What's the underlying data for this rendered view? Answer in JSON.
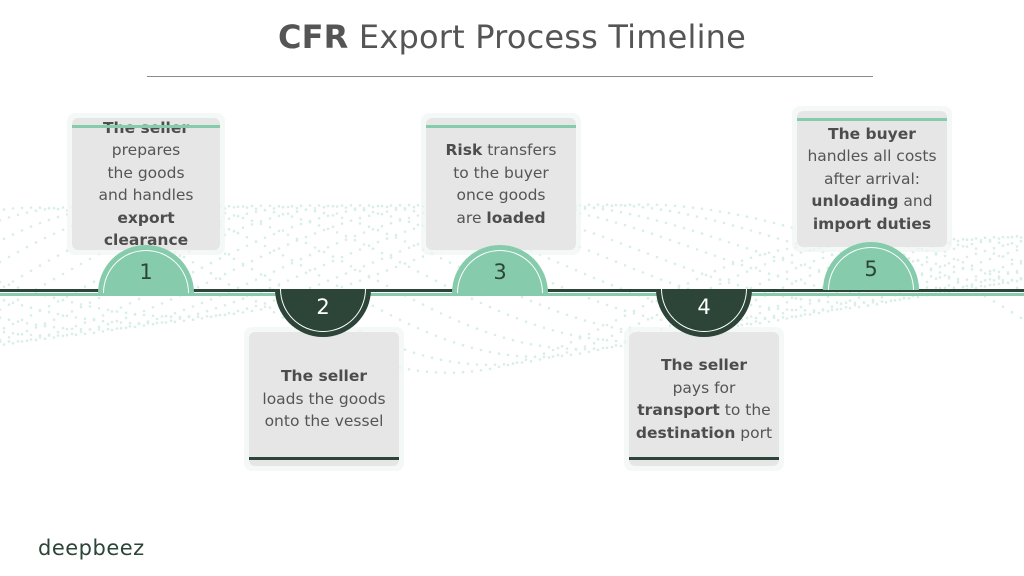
{
  "title": {
    "bold": "CFR",
    "rest": "Export Process Timeline"
  },
  "colors": {
    "dark_green": "#2c4538",
    "light_green": "#86cbac",
    "card_bg": "#e6e6e6",
    "text": "#555555"
  },
  "steps": [
    {
      "number": "1",
      "position": "above",
      "parts": [
        {
          "b": "The seller"
        },
        {
          "t": "prepares"
        },
        {
          "t": "the goods"
        },
        {
          "t": "and handles"
        },
        {
          "b": "export clearance"
        }
      ]
    },
    {
      "number": "2",
      "position": "below",
      "parts": [
        {
          "b": "The seller"
        },
        {
          "t": "loads the goods"
        },
        {
          "t": "onto the vessel"
        }
      ]
    },
    {
      "number": "3",
      "position": "above",
      "parts": [
        {
          "b": "Risk",
          "t": " transfers"
        },
        {
          "t": "to the buyer"
        },
        {
          "t": "once goods"
        },
        {
          "t2": "are ",
          "b": "loaded"
        }
      ]
    },
    {
      "number": "4",
      "position": "below",
      "parts": [
        {
          "b": "The seller"
        },
        {
          "t": "pays for"
        },
        {
          "b": "transport",
          "t": " to the"
        },
        {
          "b": "destination",
          "t": " port"
        }
      ]
    },
    {
      "number": "5",
      "position": "above",
      "parts": [
        {
          "b": "The buyer"
        },
        {
          "t": "handles all costs"
        },
        {
          "t": "after arrival:"
        },
        {
          "b": "unloading",
          "t": " and"
        },
        {
          "b": "import duties"
        }
      ]
    }
  ],
  "logo": "deepbeez"
}
